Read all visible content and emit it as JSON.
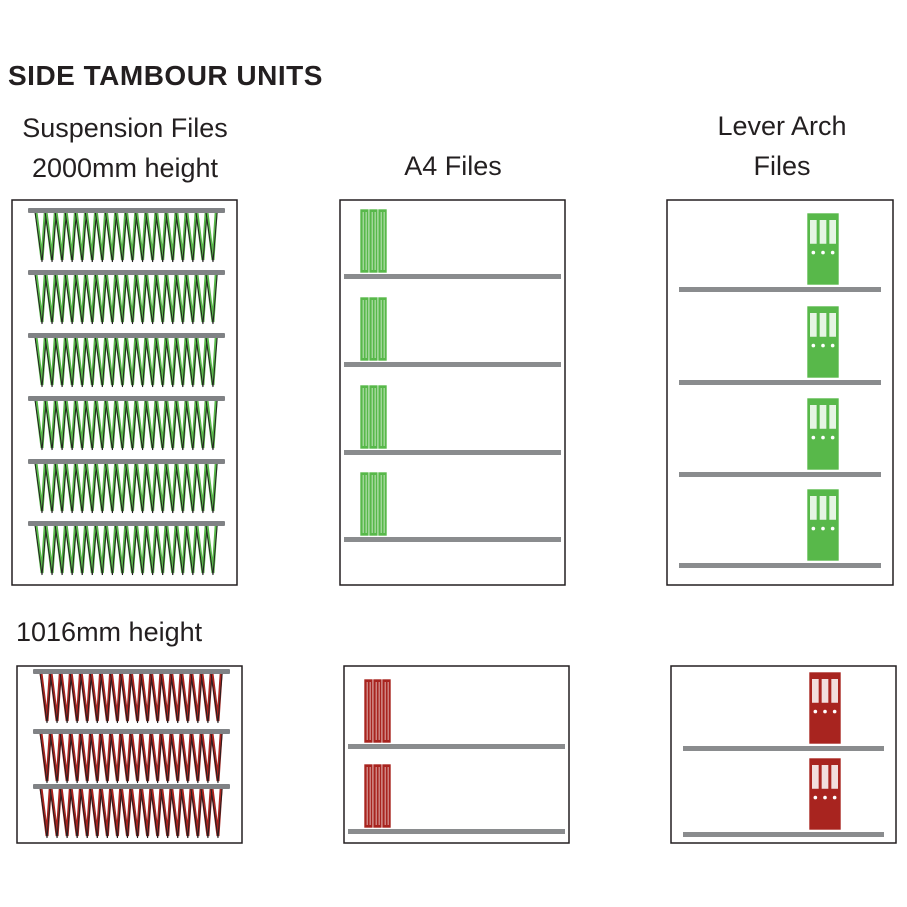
{
  "title": "SIDE TAMBOUR UNITS",
  "labels": {
    "suspension_line1": "Suspension Files",
    "suspension_line2": "2000mm height",
    "a4": "A4 Files",
    "lever_line1": "Lever Arch",
    "lever_line2": "Files",
    "short_height": "1016mm height"
  },
  "colors": {
    "tall_file": "#58b84a",
    "short_file": "#a8241f",
    "shelf": "#8a8c8e",
    "frame": "#231f20",
    "rail": "#808285"
  },
  "units": {
    "tall": {
      "suspension_rails": 6,
      "a4_shelves": 4,
      "lever_arch_shelves": 4,
      "file_color": "green"
    },
    "short": {
      "suspension_rails": 3,
      "a4_shelves": 2,
      "lever_arch_shelves": 2,
      "file_color": "red"
    }
  }
}
